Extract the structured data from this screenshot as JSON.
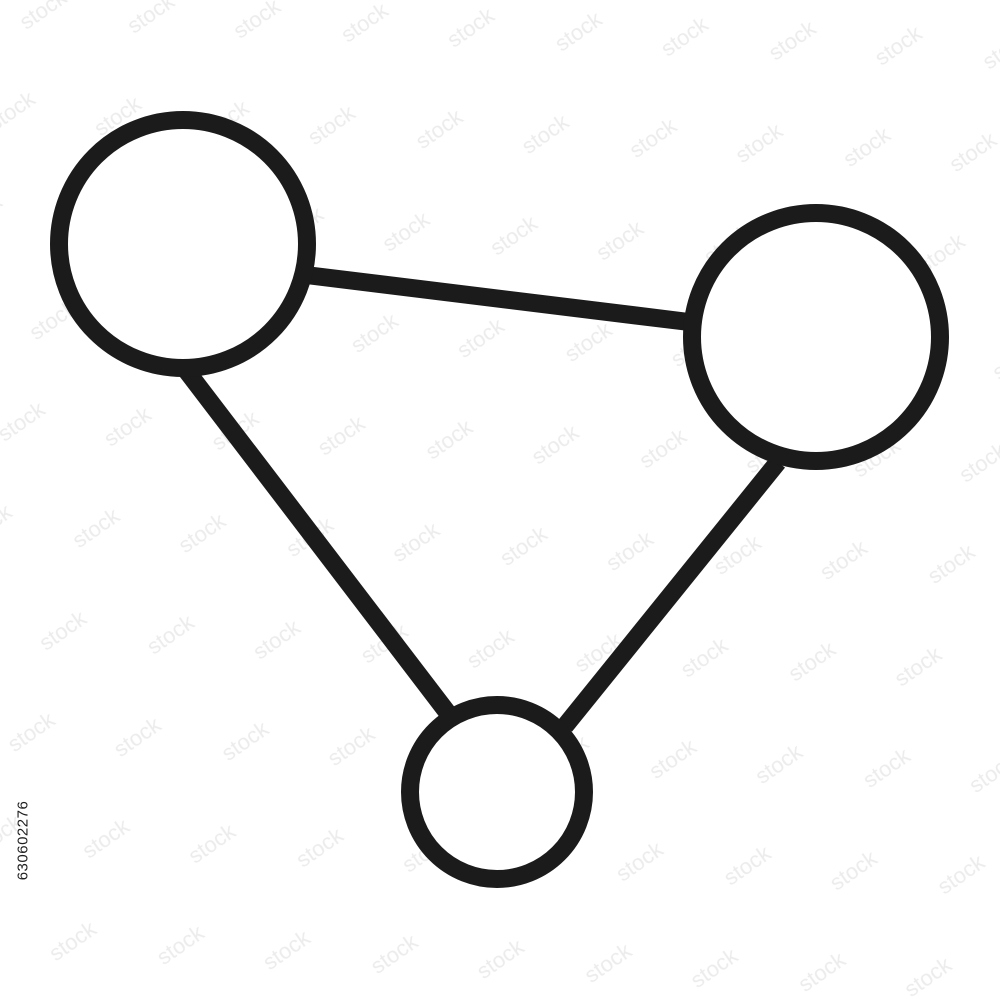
{
  "icon": {
    "name": "network-connection-icon",
    "stroke_color": "#1b1b1b",
    "background": "#ffffff",
    "nodes": 3,
    "links": 3
  },
  "watermark": {
    "text": "stock",
    "color": "#e9e9e9"
  },
  "stock_id": "630602276"
}
